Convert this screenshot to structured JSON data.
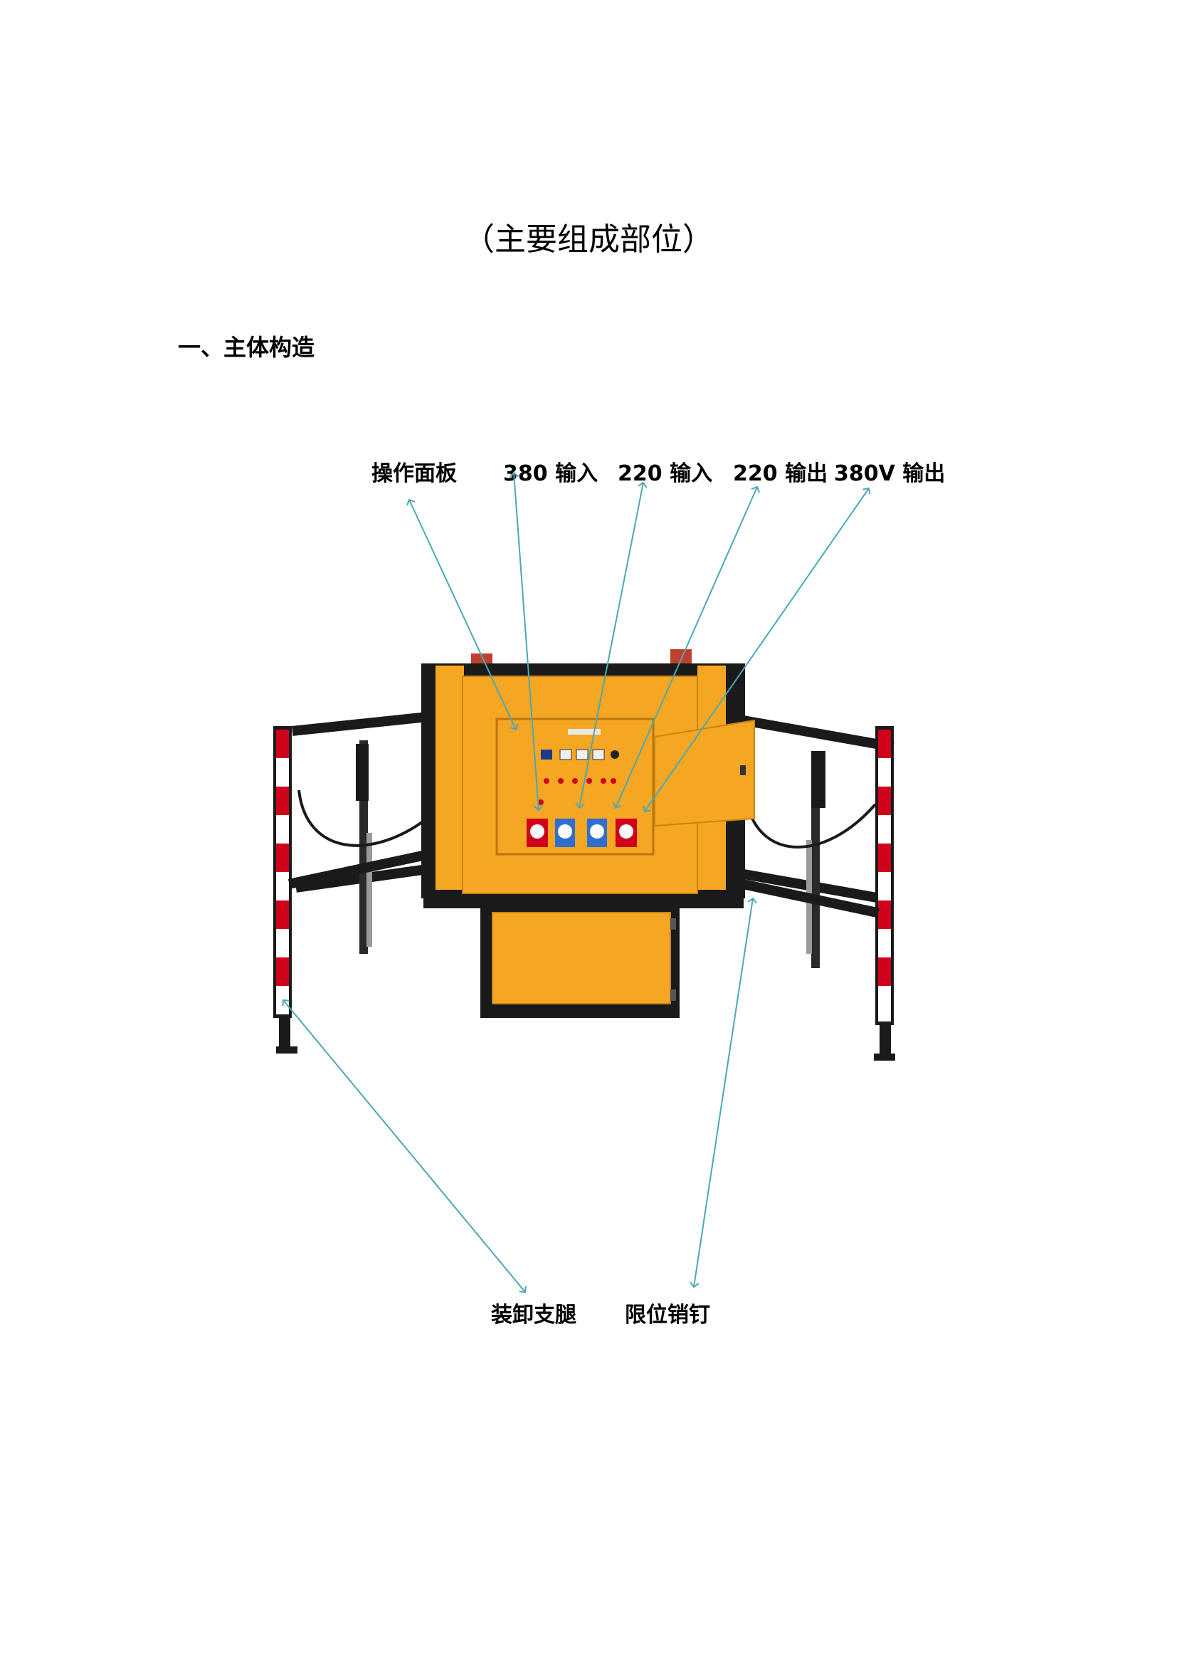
{
  "title": "（主要组成部位）",
  "section_heading": "一、主体构造",
  "labels": {
    "operation_panel": "操作面板",
    "input_380": "380 输入",
    "input_220": "220 输入",
    "output_220": "220 输出",
    "output_380v": "380V 输出",
    "support_legs": "装卸支腿",
    "limit_pin": "限位销钉"
  },
  "colors": {
    "cabinet_orange": "#F5A623",
    "frame_black": "#1a1a1a",
    "stripe_red": "#D0021B",
    "arrow_teal": "#4AA8B5",
    "socket_red": "#D0021B",
    "socket_blue": "#2E6FD0"
  }
}
